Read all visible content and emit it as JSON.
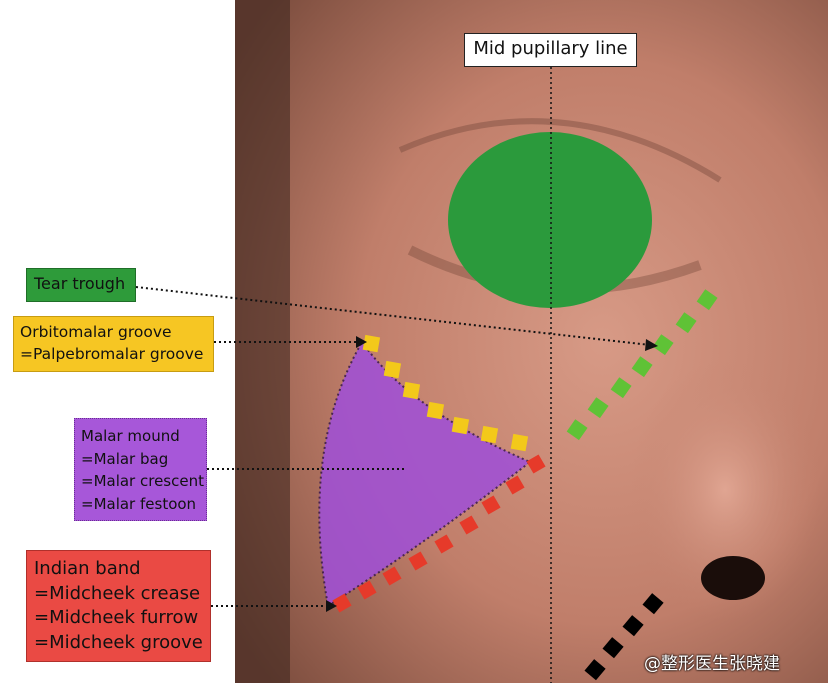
{
  "labels": {
    "tear_trough": "Tear trough",
    "orbitomalar": [
      "Orbitomalar groove",
      "=Palpebromalar groove"
    ],
    "malar_mound": [
      "Malar mound",
      "=Malar bag",
      "=Malar crescent",
      "=Malar festoon"
    ],
    "indian_band": [
      "Indian band",
      "=Midcheek crease",
      "=Midcheek furrow",
      "=Midcheek groove"
    ],
    "mid_pupillary_line": "Mid pupillary line"
  },
  "watermark": "@整形医生张晓建",
  "colors": {
    "tear_trough": "#2e9b3a",
    "eye_cover": "#2b9a3c",
    "orbitomalar": "#f6c623",
    "malar_mound": "#a757d9",
    "indian_band": "#ea4a44",
    "nasolabial": "#000000"
  }
}
